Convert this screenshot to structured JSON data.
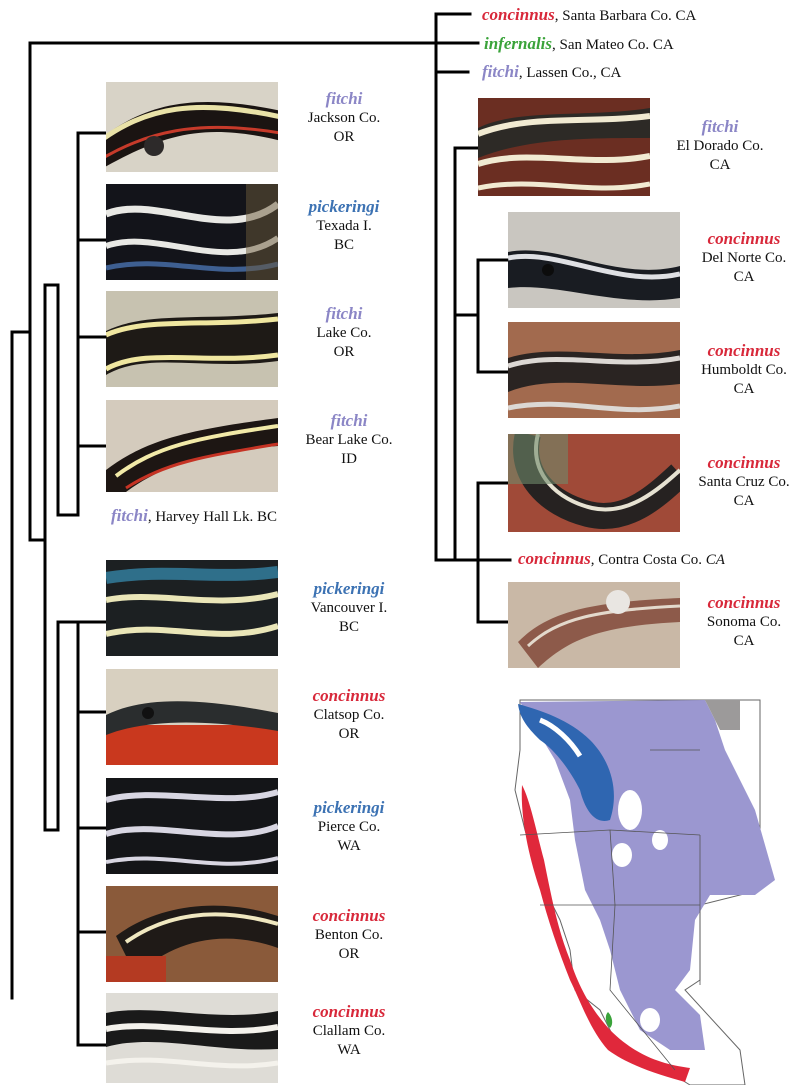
{
  "colors": {
    "concinnus": "#d8283a",
    "fitchi": "#8b86c6",
    "pickeringi": "#3c72b3",
    "infernalis": "#3aa33a",
    "range_fitchi": "#9b97d0",
    "range_concinnus": "#e0283b",
    "range_pickeringi": "#2f66b1",
    "range_infernalis": "#3aa33a"
  },
  "inline_taxa": [
    {
      "species": "concinnus",
      "locality": ", Santa Barbara Co. CA"
    },
    {
      "species": "infernalis",
      "locality": ", San Mateo Co. CA"
    },
    {
      "species": "fitchi",
      "locality": ", Lassen Co., CA"
    },
    {
      "species": "fitchi",
      "locality": ", Harvey Hall Lk. BC"
    },
    {
      "species": "concinnus",
      "locality": ", Contra Costa Co. ",
      "locality_tail": "CA"
    }
  ],
  "left_taxa": [
    {
      "species": "fitchi",
      "line1": "Jackson Co.",
      "line2": "OR"
    },
    {
      "species": "pickeringi",
      "line1": "Texada I.",
      "line2": "BC"
    },
    {
      "species": "fitchi",
      "line1": "Lake Co.",
      "line2": "OR"
    },
    {
      "species": "fitchi",
      "line1": "Bear Lake Co.",
      "line2": "ID"
    },
    {
      "species": "pickeringi",
      "line1": "Vancouver I.",
      "line2": "BC"
    },
    {
      "species": "concinnus",
      "line1": "Clatsop Co.",
      "line2": "OR"
    },
    {
      "species": "pickeringi",
      "line1": "Pierce Co.",
      "line2": "WA"
    },
    {
      "species": "concinnus",
      "line1": "Benton Co.",
      "line2": "OR"
    },
    {
      "species": "concinnus",
      "line1": "Clallam Co.",
      "line2": "WA"
    }
  ],
  "right_taxa": [
    {
      "species": "fitchi",
      "line1": "El Dorado Co.",
      "line2": "CA"
    },
    {
      "species": "concinnus",
      "line1": "Del Norte Co.",
      "line2": "CA"
    },
    {
      "species": "concinnus",
      "line1": "Humboldt Co.",
      "line2": "CA"
    },
    {
      "species": "concinnus",
      "line1": "Santa Cruz Co.",
      "line2": "CA"
    },
    {
      "species": "concinnus",
      "line1": "Sonoma Co.",
      "line2": "CA"
    }
  ]
}
